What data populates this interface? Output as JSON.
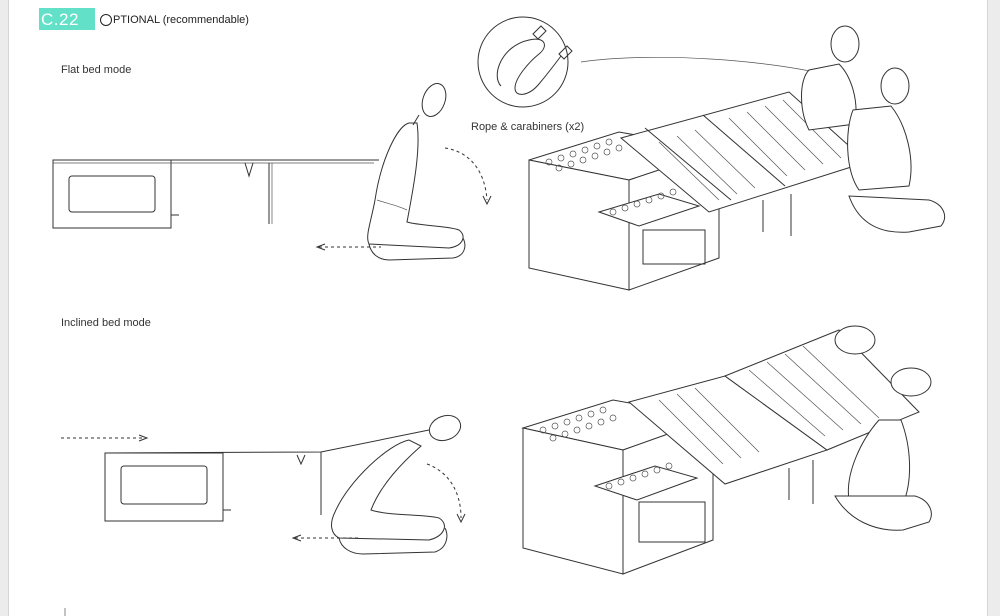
{
  "header": {
    "section_code": "C.22",
    "optional_rest": "PTIONAL (recommendable)"
  },
  "labels": {
    "flat_mode": "Flat bed mode",
    "inclined_mode": "Inclined bed mode",
    "rope": "Rope & carabiners (x2)"
  }
}
